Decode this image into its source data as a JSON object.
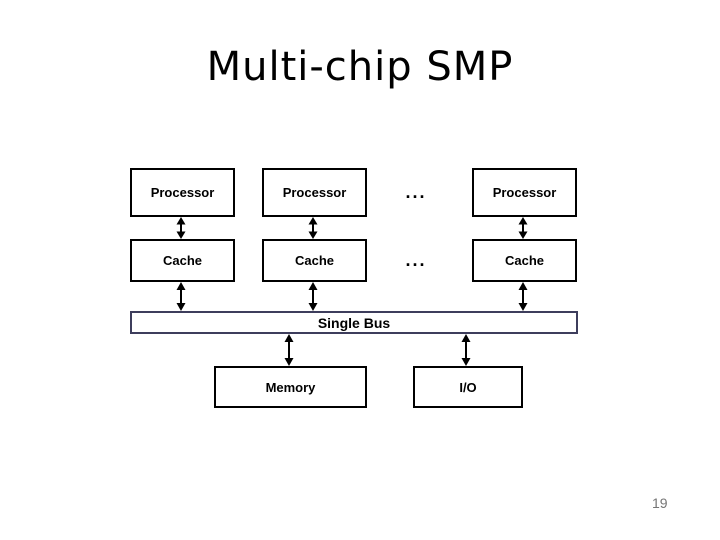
{
  "slide": {
    "title": "Multi-chip SMP",
    "page_number": "19"
  },
  "diagram": {
    "processors": [
      "Processor",
      "Processor",
      "Processor"
    ],
    "caches": [
      "Cache",
      "Cache",
      "Cache"
    ],
    "ellipsis_processors": "...",
    "ellipsis_caches": "...",
    "bus_label": "Single Bus",
    "memory_label": "Memory",
    "io_label": "I/O",
    "colors": {
      "background": "#ffffff",
      "box_border": "#000000",
      "bus_border": "#3d3d5c",
      "text": "#000000",
      "page_number": "#757575"
    }
  }
}
